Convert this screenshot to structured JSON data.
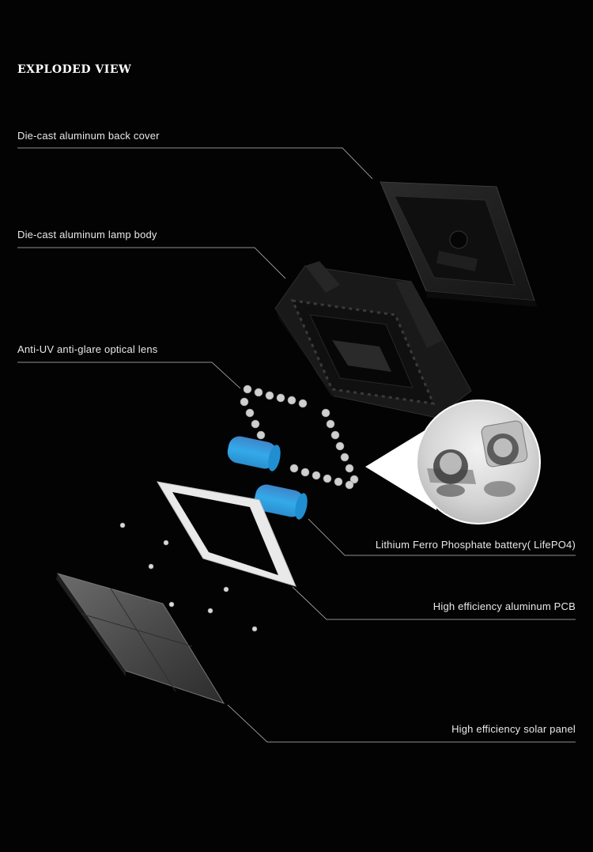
{
  "title": "EXPLODED VIEW",
  "callouts": {
    "back_cover": "Die-cast aluminum back cover",
    "lamp_body": "Die-cast aluminum lamp body",
    "lens": "Anti-UV anti-glare optical lens",
    "battery": "Lithium Ferro Phosphate battery( LifePO4)",
    "pcb": "High efficiency aluminum PCB",
    "solar_panel": "High efficiency solar panel"
  },
  "colors": {
    "background": "#040303",
    "leader_line": "#bdbdbd",
    "battery": "#2fb4ee",
    "housing": "#1a1a1a",
    "text": "#e8e8e8"
  }
}
